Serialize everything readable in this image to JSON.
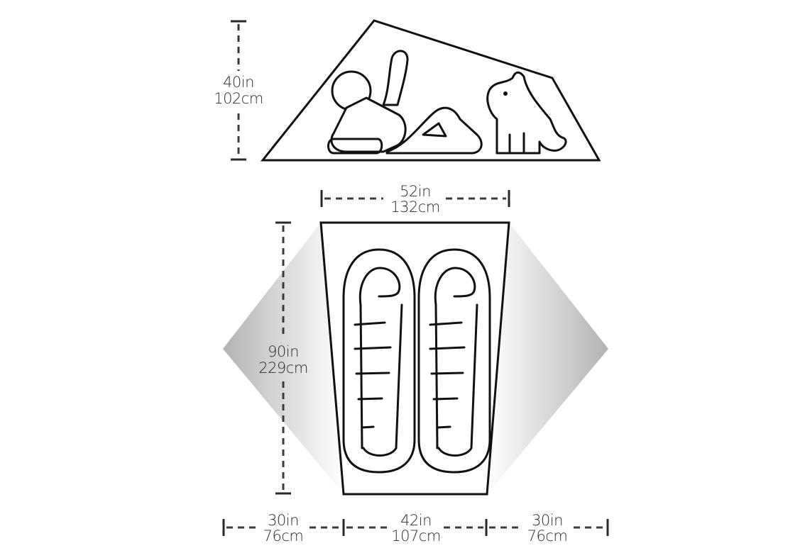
{
  "side_view": {
    "height": {
      "in": "40in",
      "cm": "102cm"
    }
  },
  "floor_plan": {
    "head_width": {
      "in": "52in",
      "cm": "132cm"
    },
    "length": {
      "in": "90in",
      "cm": "229cm"
    },
    "vestibule_left": {
      "in": "30in",
      "cm": "76cm"
    },
    "foot_width": {
      "in": "42in",
      "cm": "107cm"
    },
    "vestibule_right": {
      "in": "30in",
      "cm": "76cm"
    }
  },
  "colors": {
    "outline": "#111111",
    "dimension_line": "#3a3a3a",
    "vestibule_gray": "#b8b8b8"
  }
}
